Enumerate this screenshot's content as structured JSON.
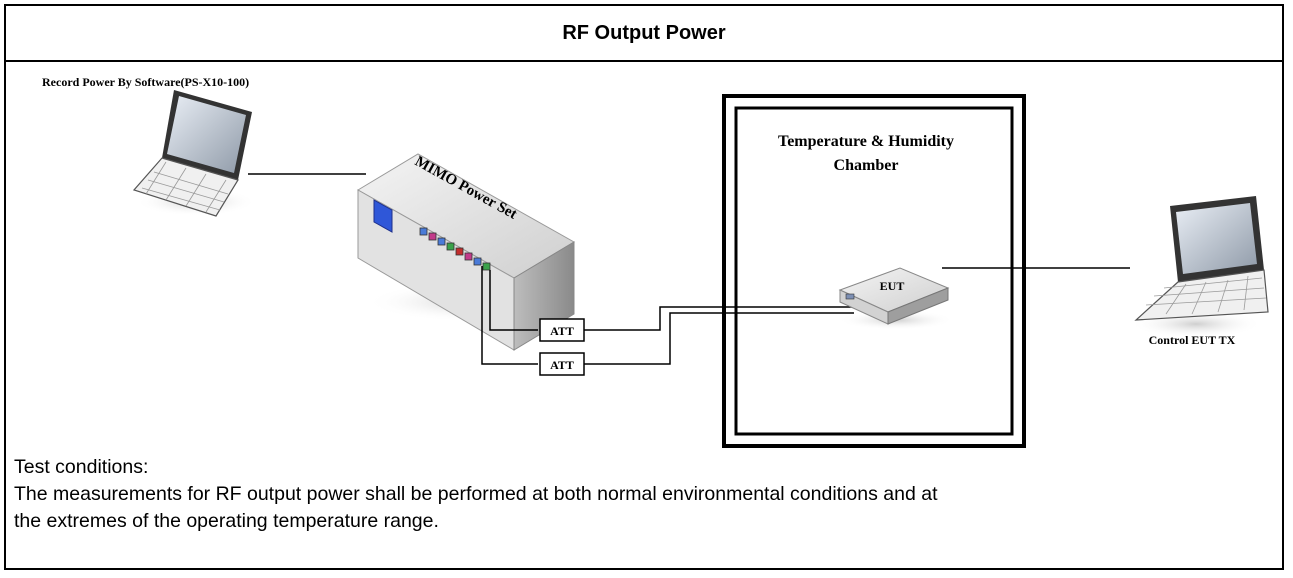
{
  "title": "RF Output Power",
  "diagram": {
    "record_label": "Record Power By Software(PS-X10-100)",
    "power_set_label": "MIMO Power Set",
    "chamber_label_line1": "Temperature & Humidity",
    "chamber_label_line2": "Chamber",
    "eut_label": "EUT",
    "att_label_1": "ATT",
    "att_label_2": "ATT",
    "control_label": "Control EUT  TX"
  },
  "notes": {
    "heading": "Test conditions:",
    "line1": "The measurements for RF output power shall be performed at both normal environmental conditions and at",
    "line2": "the extremes of the operating temperature range."
  },
  "colors": {
    "border": "#000000",
    "device_body": "#d9d9d9",
    "screen": "#2f57d8",
    "port_colors": [
      "#4a7bd8",
      "#c23b8a",
      "#4a7bd8",
      "#3aa24a",
      "#c22d2d",
      "#c23b8a",
      "#4a7bd8",
      "#3aa24a"
    ]
  }
}
